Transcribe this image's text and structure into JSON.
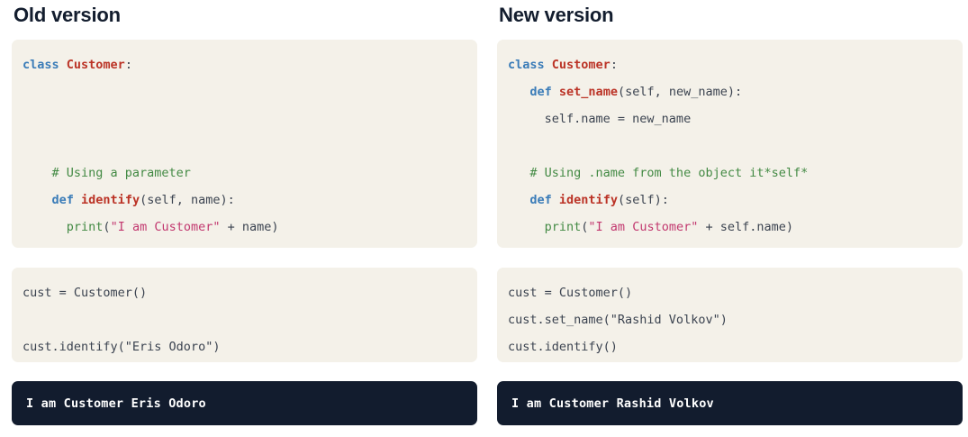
{
  "theme": {
    "page_bg": "#ffffff",
    "code_bg": "#f4f1e9",
    "output_bg": "#121c2e",
    "output_fg": "#ffffff",
    "heading_fg": "#131d2e",
    "code_fg": "#3b4350",
    "keyword": "#3a7cb8",
    "class_name": "#bb3326",
    "function_name": "#bb3326",
    "comment": "#438a44",
    "builtin": "#438a44",
    "string": "#c2386f"
  },
  "columns": [
    {
      "heading": "Old version",
      "class_code": {
        "lines": [
          [
            {
              "t": "class",
              "c": "kw"
            },
            {
              "t": " ",
              "c": "pln"
            },
            {
              "t": "Customer",
              "c": "cls"
            },
            {
              "t": ":",
              "c": "pln"
            }
          ],
          [],
          [],
          [],
          [
            {
              "t": "    # Using a parameter",
              "c": "com"
            }
          ],
          [
            {
              "t": "    ",
              "c": "pln"
            },
            {
              "t": "def",
              "c": "kw"
            },
            {
              "t": " ",
              "c": "pln"
            },
            {
              "t": "identify",
              "c": "fn"
            },
            {
              "t": "(self, name):",
              "c": "pln"
            }
          ],
          [
            {
              "t": "      ",
              "c": "pln"
            },
            {
              "t": "print",
              "c": "bi"
            },
            {
              "t": "(",
              "c": "pln"
            },
            {
              "t": "\"I am Customer\"",
              "c": "str"
            },
            {
              "t": " + name)",
              "c": "pln"
            }
          ]
        ]
      },
      "usage_code": {
        "lines": [
          [
            {
              "t": "cust = Customer()",
              "c": "pln"
            }
          ],
          [],
          [
            {
              "t": "cust.identify(\"Eris Odoro\")",
              "c": "pln"
            }
          ]
        ]
      },
      "output": "I am Customer Eris Odoro"
    },
    {
      "heading": "New version",
      "class_code": {
        "lines": [
          [
            {
              "t": "class",
              "c": "kw"
            },
            {
              "t": " ",
              "c": "pln"
            },
            {
              "t": "Customer",
              "c": "cls"
            },
            {
              "t": ":",
              "c": "pln"
            }
          ],
          [
            {
              "t": "   ",
              "c": "pln"
            },
            {
              "t": "def",
              "c": "kw"
            },
            {
              "t": " ",
              "c": "pln"
            },
            {
              "t": "set_name",
              "c": "fn"
            },
            {
              "t": "(self, new_name):",
              "c": "pln"
            }
          ],
          [
            {
              "t": "     self.name = new_name",
              "c": "pln"
            }
          ],
          [],
          [
            {
              "t": "   # Using .name from the object it*self*",
              "c": "com"
            }
          ],
          [
            {
              "t": "   ",
              "c": "pln"
            },
            {
              "t": "def",
              "c": "kw"
            },
            {
              "t": " ",
              "c": "pln"
            },
            {
              "t": "identify",
              "c": "fn"
            },
            {
              "t": "(self):",
              "c": "pln"
            }
          ],
          [
            {
              "t": "     ",
              "c": "pln"
            },
            {
              "t": "print",
              "c": "bi"
            },
            {
              "t": "(",
              "c": "pln"
            },
            {
              "t": "\"I am Customer\"",
              "c": "str"
            },
            {
              "t": " + self.name)",
              "c": "pln"
            }
          ]
        ]
      },
      "usage_code": {
        "lines": [
          [
            {
              "t": "cust = Customer()",
              "c": "pln"
            }
          ],
          [
            {
              "t": "cust.set_name(\"Rashid Volkov\")",
              "c": "pln"
            }
          ],
          [
            {
              "t": "cust.identify()",
              "c": "pln"
            }
          ]
        ]
      },
      "output": "I am Customer Rashid Volkov"
    }
  ]
}
